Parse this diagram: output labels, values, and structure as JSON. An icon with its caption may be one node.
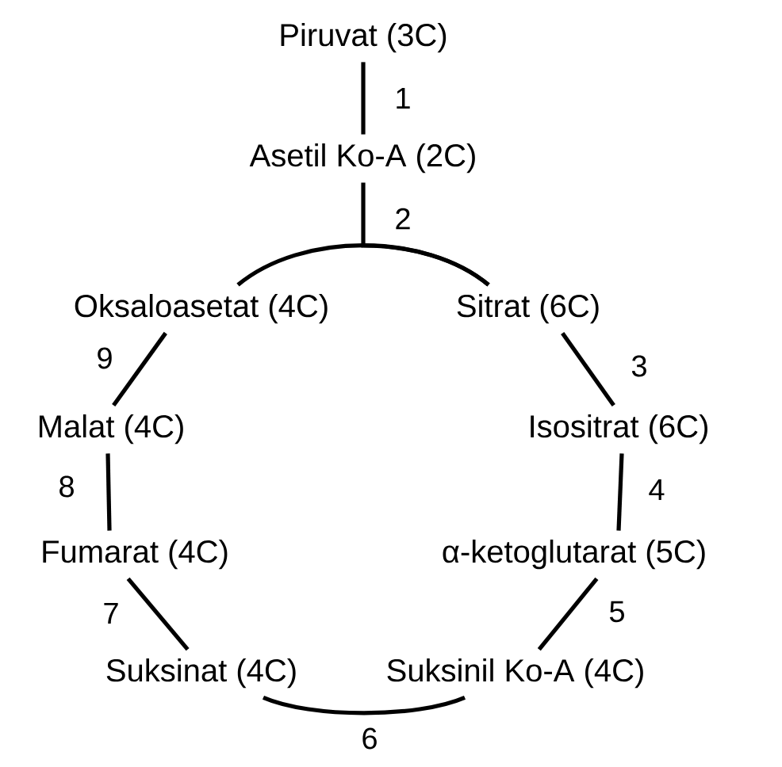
{
  "diagram": {
    "nodes": [
      {
        "text": [
          "Piruvat (3C)"
        ]
      },
      {
        "text": [
          "Asetil Ko-A (2C)"
        ]
      },
      {
        "text": [
          "Oksaloasetat (4C)"
        ]
      },
      {
        "text": [
          "Sitrat (6C)"
        ]
      },
      {
        "text": [
          "Isositrat (6C)"
        ]
      },
      {
        "text": [
          "α-ketoglutarat (5C)"
        ]
      },
      {
        "text": [
          "Suksinil Ko-A (4C)"
        ]
      },
      {
        "text": [
          "Suksinat (4C)"
        ]
      },
      {
        "text": [
          "Fumarat (4C)"
        ]
      },
      {
        "text": [
          "Malat (4C)"
        ]
      }
    ],
    "edges": [
      {
        "from": 0,
        "to": 1,
        "arrow": "none",
        "label": "1"
      },
      {
        "from": 1,
        "to": 3,
        "arrow": "none",
        "label": "2"
      },
      {
        "from": 2,
        "to": 3,
        "arrow": "none"
      },
      {
        "from": 3,
        "to": 4,
        "arrow": "none",
        "label": "3"
      },
      {
        "from": 4,
        "to": 5,
        "arrow": "none",
        "label": "4"
      },
      {
        "from": 5,
        "to": 6,
        "arrow": "none",
        "label": "5"
      },
      {
        "from": 6,
        "to": 7,
        "arrow": "none",
        "label": "6"
      },
      {
        "from": 7,
        "to": 8,
        "arrow": "none",
        "label": "7"
      },
      {
        "from": 8,
        "to": 9,
        "arrow": "none",
        "label": "8"
      },
      {
        "from": 9,
        "to": 2,
        "arrow": "none",
        "label": "9"
      }
    ]
  }
}
